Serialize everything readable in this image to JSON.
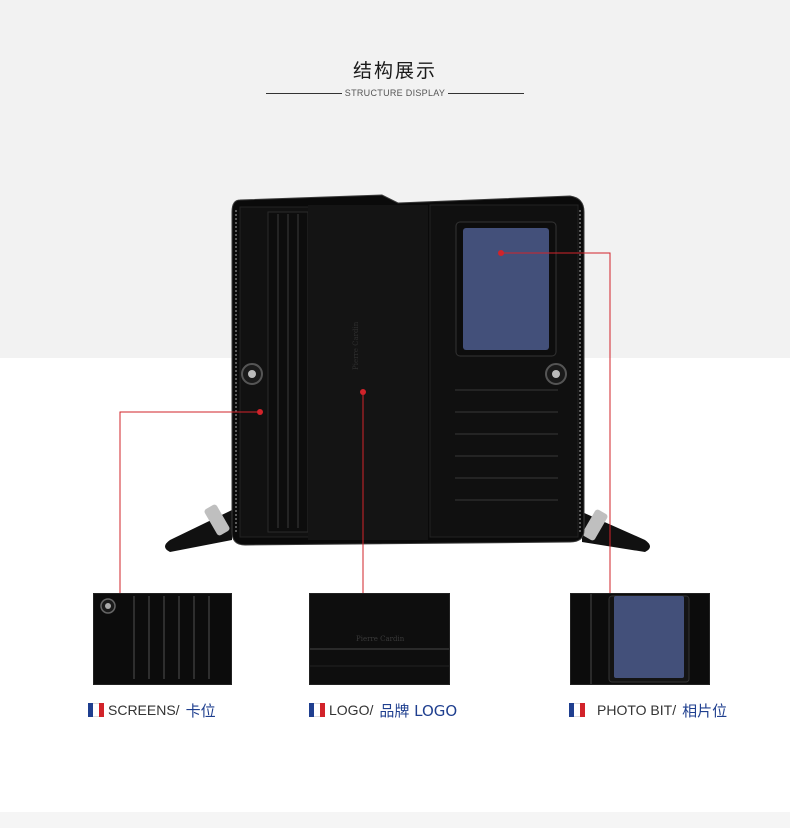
{
  "header": {
    "title": "结构展示",
    "subtitle": "STRUCTURE DISPLAY"
  },
  "logo_text": "Pierre Cardin",
  "callouts": [
    {
      "label_en": "SCREENS/",
      "label_cn": "卡位"
    },
    {
      "label_en": "LOGO/",
      "label_cn": "品牌 LOGO"
    },
    {
      "label_en": "PHOTO BIT/",
      "label_cn": "相片位"
    }
  ],
  "colors": {
    "accent_line": "#d2232a",
    "caption_cn": "#1f3f8f",
    "band": "#f2f2f2",
    "leather": "#0c0c0c"
  }
}
